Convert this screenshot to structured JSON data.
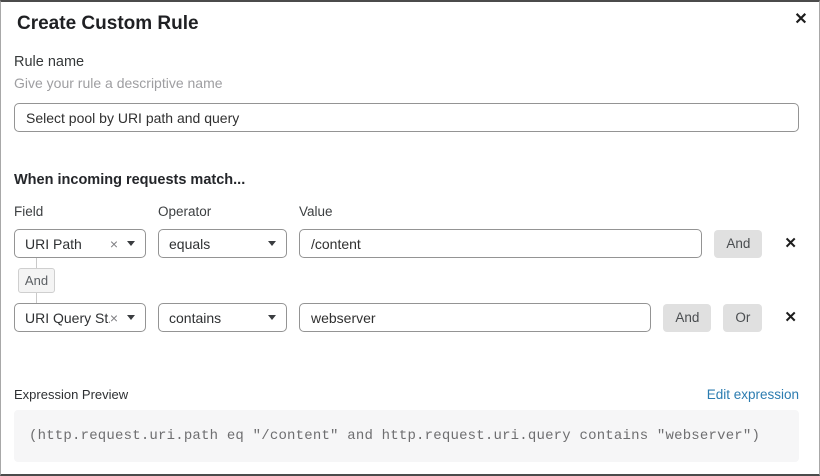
{
  "dialog": {
    "title": "Create Custom Rule"
  },
  "icons": {
    "close": "✕",
    "delete": "✕",
    "clear": "×"
  },
  "rule_name": {
    "label": "Rule name",
    "hint": "Give your rule a descriptive name",
    "value": "Select pool by URI path and query"
  },
  "match": {
    "heading": "When incoming requests match...",
    "columns": {
      "field": "Field",
      "operator": "Operator",
      "value": "Value"
    },
    "connector_label": "And",
    "rows": [
      {
        "field": "URI Path",
        "operator": "equals",
        "value": "/content",
        "and_label": "And"
      },
      {
        "field": "URI Query St...",
        "operator": "contains",
        "value": "webserver",
        "and_label": "And",
        "or_label": "Or"
      }
    ]
  },
  "expression": {
    "label": "Expression Preview",
    "edit_link": "Edit expression",
    "code": "(http.request.uri.path eq \"/content\" and http.request.uri.query contains \"webserver\")"
  },
  "colors": {
    "link_blue": "#2c7cb0",
    "chip_gray": "#e0e0e0",
    "code_bg": "#f6f6f7",
    "border_gray": "#949494"
  }
}
